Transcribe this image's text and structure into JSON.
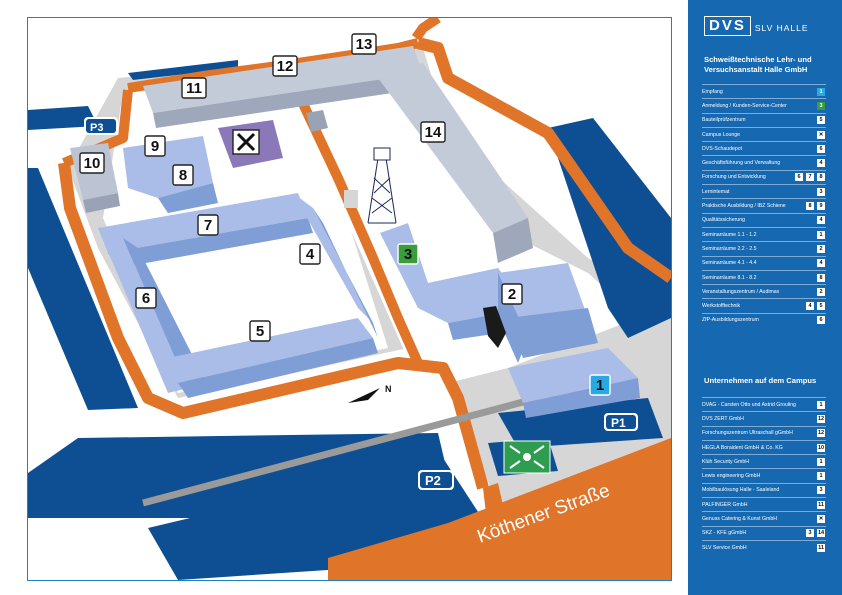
{
  "map": {
    "buildings": [
      {
        "id": "1",
        "label": "1",
        "style": "blue"
      },
      {
        "id": "2",
        "label": "2",
        "style": "plain"
      },
      {
        "id": "3",
        "label": "3",
        "style": "green"
      },
      {
        "id": "4",
        "label": "4",
        "style": "plain"
      },
      {
        "id": "5",
        "label": "5",
        "style": "plain"
      },
      {
        "id": "6",
        "label": "6",
        "style": "plain"
      },
      {
        "id": "7",
        "label": "7",
        "style": "plain"
      },
      {
        "id": "8",
        "label": "8",
        "style": "plain"
      },
      {
        "id": "9",
        "label": "9",
        "style": "plain"
      },
      {
        "id": "10",
        "label": "10",
        "style": "plain"
      },
      {
        "id": "11",
        "label": "11",
        "style": "plain"
      },
      {
        "id": "12",
        "label": "12",
        "style": "plain"
      },
      {
        "id": "13",
        "label": "13",
        "style": "plain"
      },
      {
        "id": "14",
        "label": "14",
        "style": "plain"
      }
    ],
    "parking": {
      "p1": "P1",
      "p2": "P2",
      "p3": "P3"
    },
    "street_name": "Köthener Straße",
    "north_label": "N",
    "icons": {
      "canteen": "cutlery-icon",
      "assembly_point": "assembly-point-icon",
      "tower": "lattice-tower-icon",
      "north_arrow": "north-arrow-icon"
    },
    "colors": {
      "road": "#e07428",
      "building": "#7f9ed6",
      "building_roof": "#a9bde8",
      "park": "#0d4f92",
      "ground": "#d9d9d9",
      "accent_blue": "#29a9e1",
      "accent_green": "#3a9c3a"
    }
  },
  "sidebar": {
    "logo": "DVS",
    "logo_sub": "SLV HALLE",
    "title": "Schweißtechnische Lehr- und Versuchsanstalt Halle GmbH",
    "items": [
      {
        "label": "Empfang",
        "nums": [
          {
            "n": "1",
            "style": "blue"
          }
        ]
      },
      {
        "label": "Anmeldung / Kunden-Service-Center",
        "nums": [
          {
            "n": "3",
            "style": "green"
          }
        ]
      },
      {
        "label": "Bauteilprüfzentrum",
        "nums": [
          {
            "n": "5",
            "style": "plain"
          }
        ]
      },
      {
        "label": "Campus Lounge",
        "nums": [
          {
            "n": "✕",
            "style": "plain"
          }
        ]
      },
      {
        "label": "DVS-Schaudepot",
        "nums": [
          {
            "n": "6",
            "style": "plain"
          }
        ]
      },
      {
        "label": "Geschäftsführung und Verwaltung",
        "nums": [
          {
            "n": "4",
            "style": "plain"
          }
        ]
      },
      {
        "label": "Forschung und Entwicklung",
        "nums": [
          {
            "n": "6",
            "style": "plain"
          },
          {
            "n": "7",
            "style": "plain"
          },
          {
            "n": "8",
            "style": "plain"
          }
        ]
      },
      {
        "label": "Lernintemat",
        "nums": [
          {
            "n": "3",
            "style": "plain"
          }
        ]
      },
      {
        "label": "Praktische Ausbildung / IBZ Schiene",
        "nums": [
          {
            "n": "8",
            "style": "plain"
          },
          {
            "n": "9",
            "style": "plain"
          }
        ]
      },
      {
        "label": "Qualitätssicherung",
        "nums": [
          {
            "n": "4",
            "style": "plain"
          }
        ]
      },
      {
        "label": "Seminarräume 1.1 - 1.2",
        "nums": [
          {
            "n": "1",
            "style": "plain"
          }
        ]
      },
      {
        "label": "Seminarräume 2.2 - 2.5",
        "nums": [
          {
            "n": "2",
            "style": "plain"
          }
        ]
      },
      {
        "label": "Seminarräume 4.1 - 4.4",
        "nums": [
          {
            "n": "4",
            "style": "plain"
          }
        ]
      },
      {
        "label": "Seminarräume 8.1 - 8.2",
        "nums": [
          {
            "n": "8",
            "style": "plain"
          }
        ]
      },
      {
        "label": "Veranstaltungszentrum / Audimax",
        "nums": [
          {
            "n": "2",
            "style": "plain"
          }
        ]
      },
      {
        "label": "Werkstofftechnik",
        "nums": [
          {
            "n": "4",
            "style": "plain"
          },
          {
            "n": "5",
            "style": "plain"
          }
        ]
      },
      {
        "label": "ZfP-Ausbildungszentrum",
        "nums": [
          {
            "n": "6",
            "style": "plain"
          }
        ]
      }
    ],
    "companies_title": "Unternehmen auf dem Campus",
    "companies": [
      {
        "label": "DVAG - Carsten Otto und Astrid Grouling",
        "nums": [
          {
            "n": "1",
            "style": "plain"
          }
        ]
      },
      {
        "label": "DVS ZERT GmbH",
        "nums": [
          {
            "n": "12",
            "style": "plain"
          }
        ]
      },
      {
        "label": "Forschungszentrum Ultraschall gGmbH",
        "nums": [
          {
            "n": "12",
            "style": "plain"
          }
        ]
      },
      {
        "label": "HEGLA Boraident GmbH & Co. KG",
        "nums": [
          {
            "n": "10",
            "style": "plain"
          }
        ]
      },
      {
        "label": "Klüh Security GmbH",
        "nums": [
          {
            "n": "1",
            "style": "plain"
          }
        ]
      },
      {
        "label": "Lewis engineering GmbH",
        "nums": [
          {
            "n": "1",
            "style": "plain"
          }
        ]
      },
      {
        "label": "Mobilbaulösung Halle - Saaleland",
        "nums": [
          {
            "n": "3",
            "style": "plain"
          }
        ]
      },
      {
        "label": "PALFINGER GmbH",
        "nums": [
          {
            "n": "11",
            "style": "plain"
          }
        ]
      },
      {
        "label": "Genuss Catering & Kunst GmbH",
        "nums": [
          {
            "n": "✕",
            "style": "plain"
          }
        ]
      },
      {
        "label": "SKZ - KFE gGmbH",
        "nums": [
          {
            "n": "3",
            "style": "plain"
          },
          {
            "n": "14",
            "style": "plain"
          }
        ]
      },
      {
        "label": "SLV Service GmbH",
        "nums": [
          {
            "n": "11",
            "style": "plain"
          }
        ]
      }
    ]
  }
}
